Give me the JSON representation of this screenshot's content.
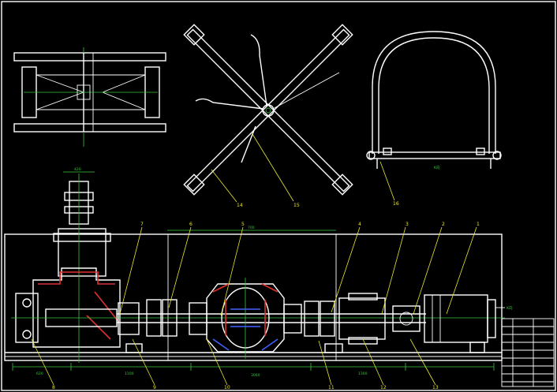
{
  "drawing": {
    "background": "#000000",
    "line_color": "#ffffff",
    "dimension_color": "#3cc43c",
    "leader_color": "#e8e832",
    "section_red": "#e03030",
    "section_blue": "#4060ff"
  },
  "callouts": {
    "c1": "1",
    "c2": "2",
    "c3": "3",
    "c4": "4",
    "c5": "5",
    "c6": "6",
    "c7": "7",
    "c8": "8",
    "c9": "9",
    "c10": "10",
    "c11": "11",
    "c12": "12",
    "c13": "13",
    "c14": "14",
    "c15": "15",
    "c16": "16"
  },
  "view_marks": {
    "k_top": "K向",
    "k_side": "K向"
  },
  "dimensions": {
    "total_length": "3060",
    "d1": "620",
    "d2": "1100",
    "d3": "700",
    "d4": "1300",
    "d5": "420"
  }
}
